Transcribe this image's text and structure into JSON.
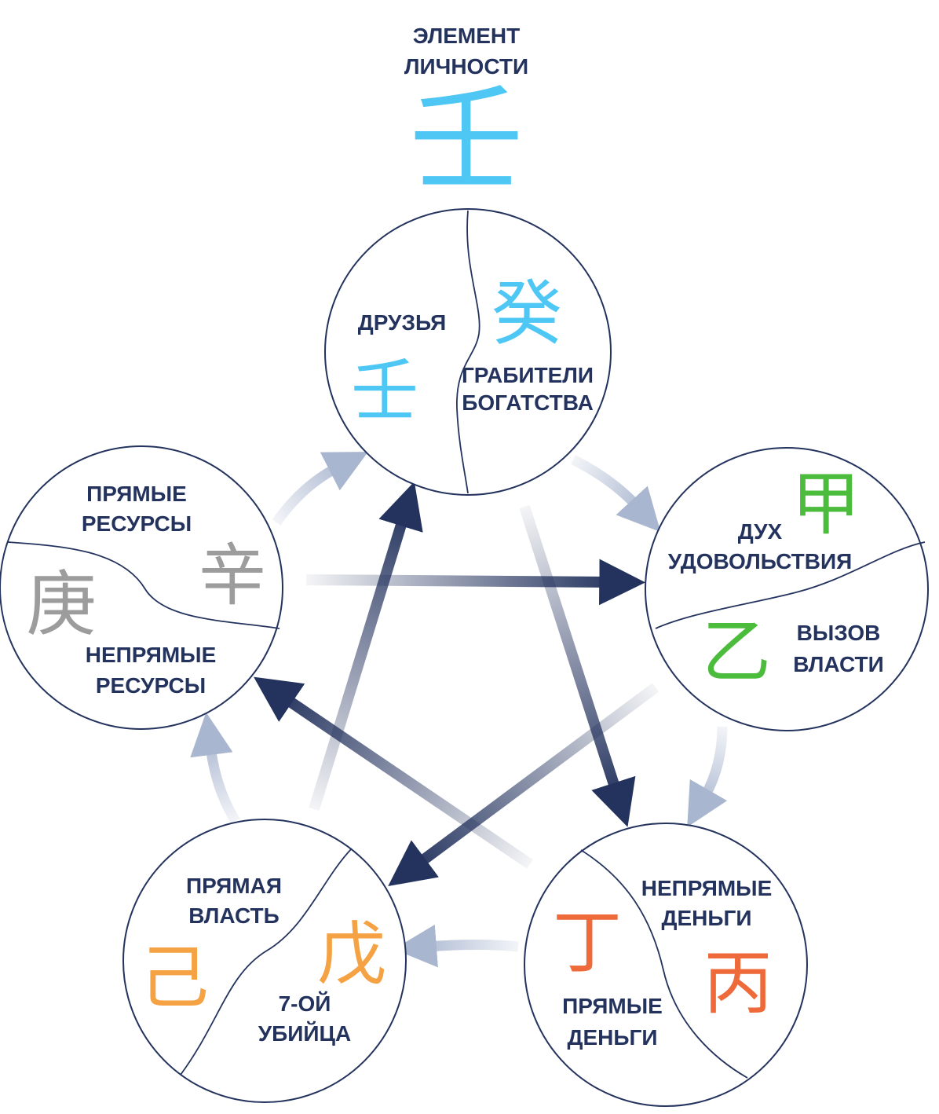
{
  "title": {
    "line1": "ЭЛЕМЕНТ",
    "line2": "ЛИЧНОСТИ",
    "char": "壬"
  },
  "colors": {
    "text": "#24335e",
    "water": "#4fc7f5",
    "wood": "#4cbc3c",
    "fire": "#ee6a3b",
    "earth": "#f4a243",
    "metal": "#9c9c9c",
    "arrow_dark": "#24335e",
    "arrow_light": "#a9b6cf"
  },
  "nodes": {
    "water": {
      "label_a": "ДРУЗЬЯ",
      "label_b1": "ГРАБИТЕЛИ",
      "label_b2": "БОГАТСТВА",
      "char_yang": "壬",
      "char_yin": "癸"
    },
    "wood": {
      "label_a1": "ДУХ",
      "label_a2": "УДОВОЛЬСТВИЯ",
      "label_b1": "ВЫЗОВ",
      "label_b2": "ВЛАСТИ",
      "char_yang": "甲",
      "char_yin": "乙"
    },
    "fire": {
      "label_a1": "НЕПРЯМЫЕ",
      "label_a2": "ДЕНЬГИ",
      "label_b1": "ПРЯМЫЕ",
      "label_b2": "ДЕНЬГИ",
      "char_yang": "丙",
      "char_yin": "丁"
    },
    "earth": {
      "label_a1": "ПРЯМАЯ",
      "label_a2": "ВЛАСТЬ",
      "label_b1": "7-ОЙ",
      "label_b2": "УБИЙЦА",
      "char_yang": "戊",
      "char_yin": "己"
    },
    "metal": {
      "label_a1": "ПРЯМЫЕ",
      "label_a2": "РЕСУРСЫ",
      "label_b1": "НЕПРЯМЫЕ",
      "label_b2": "РЕСУРСЫ",
      "char_yang": "庚",
      "char_yin": "辛"
    }
  },
  "cycles": {
    "generating": [
      "water→wood",
      "wood→fire",
      "fire→earth",
      "earth→metal",
      "metal→water"
    ],
    "controlling": [
      "water→fire",
      "fire→metal",
      "metal→wood",
      "wood→earth",
      "earth→water"
    ]
  }
}
